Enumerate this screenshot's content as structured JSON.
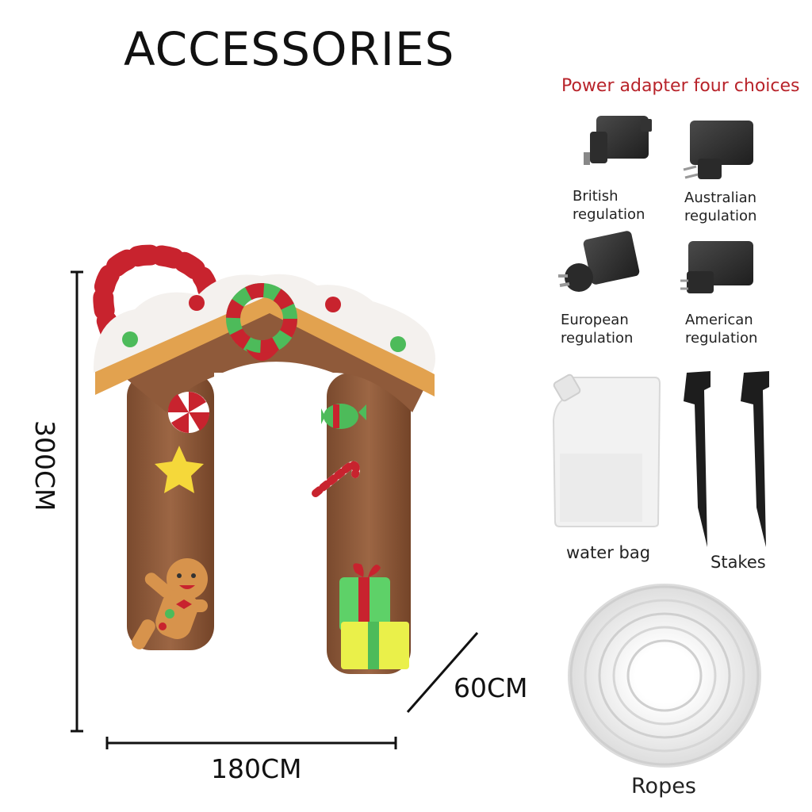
{
  "title": "ACCESSORIES",
  "power_adapter": {
    "heading": "Power adapter four choices",
    "options": [
      {
        "line1": "British",
        "line2": "regulation",
        "icon": "uk-plug-adapter-icon"
      },
      {
        "line1": "Australian",
        "line2": "regulation",
        "icon": "au-plug-adapter-icon"
      },
      {
        "line1": "European",
        "line2": "regulation",
        "icon": "eu-plug-adapter-icon"
      },
      {
        "line1": "American",
        "line2": "regulation",
        "icon": "us-plug-adapter-icon"
      }
    ]
  },
  "accessories": {
    "water_bag": "water bag",
    "stakes": "Stakes",
    "ropes": "Ropes"
  },
  "dimensions": {
    "height": "300CM",
    "width": "180CM",
    "depth": "60CM"
  },
  "colors": {
    "heading_red": "#b8232a",
    "arch_brown": "#8f5a3a",
    "roof_orange": "#e2a24f",
    "candy_red": "#c8232e",
    "candy_green": "#4dbb5a"
  }
}
